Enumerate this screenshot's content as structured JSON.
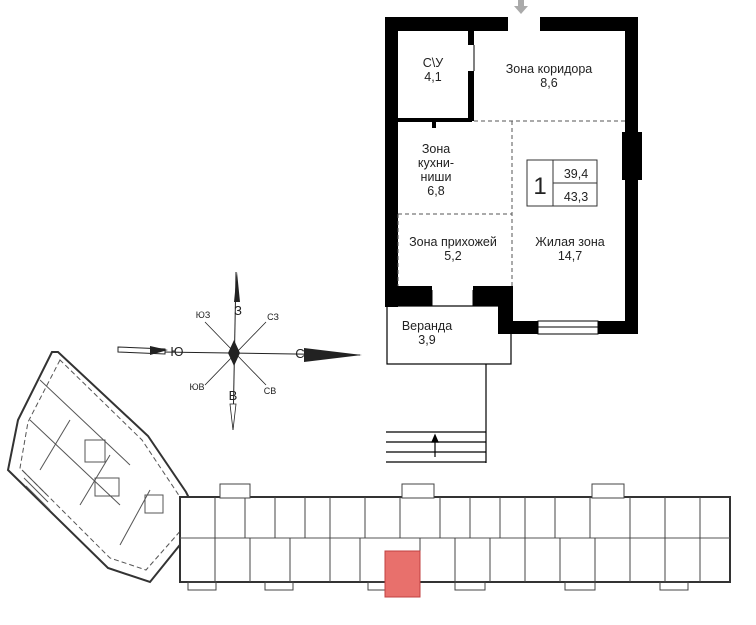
{
  "apartment": {
    "rooms_count": "1",
    "living_area": "39,4",
    "total_area": "43,3",
    "rooms": [
      {
        "name": "С\\У",
        "area": "4,1"
      },
      {
        "name": "Зона коридора",
        "area": "8,6"
      },
      {
        "name_lines": [
          "Зона",
          "кухни-",
          "ниши"
        ],
        "area": "6,8"
      },
      {
        "name": "Зона прихожей",
        "area": "5,2"
      },
      {
        "name": "Жилая зона",
        "area": "14,7"
      },
      {
        "name": "Веранда",
        "area": "3,9"
      }
    ]
  },
  "compass": {
    "north": "С",
    "south": "Ю",
    "west": "З",
    "east": "В",
    "northwest": "СЗ",
    "southwest": "ЮЗ",
    "northeast": "СВ",
    "southeast": "ЮВ"
  },
  "colors": {
    "wall": "#000000",
    "highlight_unit": "#e8706c",
    "building_lines": "#555555"
  }
}
